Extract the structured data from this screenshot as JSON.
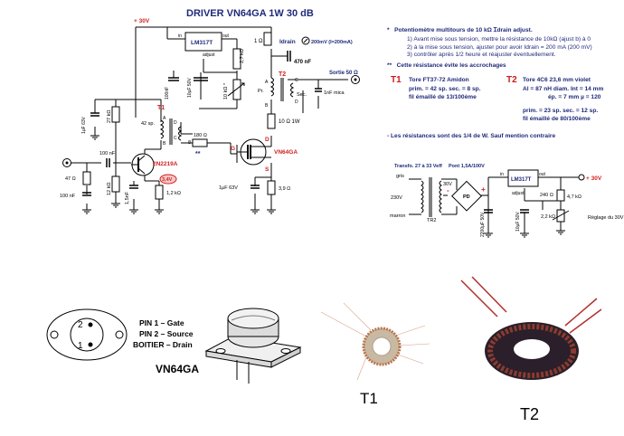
{
  "title": "DRIVER  VN64GA   1W   30 dB",
  "supply": "+ 30V",
  "schematic": {
    "regulator": "LM317T",
    "reg_in": "in",
    "reg_out": "out",
    "reg_adjust": "adjust",
    "r_2k7": "2,7 kΩ",
    "r_1ohm": "1 Ω",
    "idrain_label": "Idrain",
    "meter_label": "200mV (I=200mA)",
    "cap_470n": "470 nF",
    "cap_100nf_a": "100nF",
    "cap_10uf_50v_a": "10µF 50V",
    "pot_10k": "10 kΩ *",
    "t1": "T1",
    "t2": "T2",
    "t1_42sp": "42 sp.",
    "t1_8sp": "8 sp.",
    "t1_pins": [
      "A",
      "B",
      "C",
      "D"
    ],
    "t2_pins": [
      "A",
      "B",
      "C",
      "D"
    ],
    "t2_pr": "Pr.",
    "t2_sec": "Sec.",
    "sortie": "Sortie 50 Ω",
    "cap_1nf": "1nF mica",
    "r_10ohm": "10 Ω   1W",
    "r_27k": "27 kΩ",
    "cap_1uf_63v": "1µF 63V",
    "cap_100nf_b": "100 nF",
    "r_47": "47 Ω",
    "cap_100nf_c": "100 nF",
    "r_12k": "12 kΩ",
    "cap_1_5nf": "1,5nF",
    "r_1_2k": "1,2 kΩ",
    "transistor": "2N2219A",
    "vbias": "3,4V",
    "r_180": "180 Ω",
    "stars": "**",
    "g": "G",
    "d": "D",
    "s": "S",
    "mosfet": "VN64GA",
    "cap_1uf_63v_b": "1µF  63V",
    "r_3_9": "3,9 Ω"
  },
  "notes": {
    "n1_star": "*",
    "n1": "Potentiomètre multitours de 10 kΩ  Ɪdrain adjust.",
    "n1a": "1) Avant mise sous tension, mettre la résistance de 10kΩ (ajust b) à 0",
    "n1b": "2) à la mise sous tension, ajuster pour avoir Idrain = 200 mA (200 mV)",
    "n1c": "3) contrôler après 1/2 heure et réajuster éventuellement.",
    "n2_star": "**",
    "n2": "Cette résistance évite les accrochages",
    "t1_head": "T1",
    "t1_l1": "Tore FT37-72 Amidon",
    "t1_l2": "prim. = 42 sp.     sec. = 8 sp.",
    "t1_l3": "fil émaillé de 13/100ème",
    "t2_head": "T2",
    "t2_l1": "Tore 4C6   23,6 mm violet",
    "t2_l2": "Al = 87 nH  diam. Int = 14 mm",
    "t2_l3": "ép. = 7 mm   µ = 120",
    "t2_l4": "prim. = 23 sp.     sec. = 12 sp.",
    "t2_l5": "fil émaillé de 80/100ème",
    "n3": "-    Les résistances sont des 1/4 de W. Sauf mention contraire"
  },
  "psu": {
    "transfo": "Transfo. 27 à 33 Veff",
    "pont": "Pont 1,5A/100V",
    "gris": "gris",
    "v230": "230V",
    "marron": "marron",
    "tr2": "TR2",
    "v30": "30V",
    "pd": "PD",
    "plus": "+",
    "minus": "-",
    "cap_2200": "2200µF 50V",
    "reg": "LM317T",
    "reg_in": "in",
    "reg_out": "out",
    "reg_adjust": "adjust",
    "r_240": "240 Ω",
    "r_4_7k": "4,7 kΩ",
    "r_2_2k": "2,2 kΩ",
    "cap_10uf": "10µF 50V",
    "out": "+ 30V",
    "reglage": "Réglage du 30V"
  },
  "pinout": {
    "pin2": "2",
    "pin1": "1",
    "l1": "PIN 1 – Gate",
    "l2": "PIN 2 – Source",
    "l3": "BOITIER – Drain",
    "part": "VN64GA"
  },
  "photos": {
    "t1": "T1",
    "t2": "T2"
  },
  "colors": {
    "wire": "#000000",
    "red_text": "#d21f1f",
    "blue_text": "#1f2a7a",
    "bias_fill": "#f6c9c9"
  }
}
